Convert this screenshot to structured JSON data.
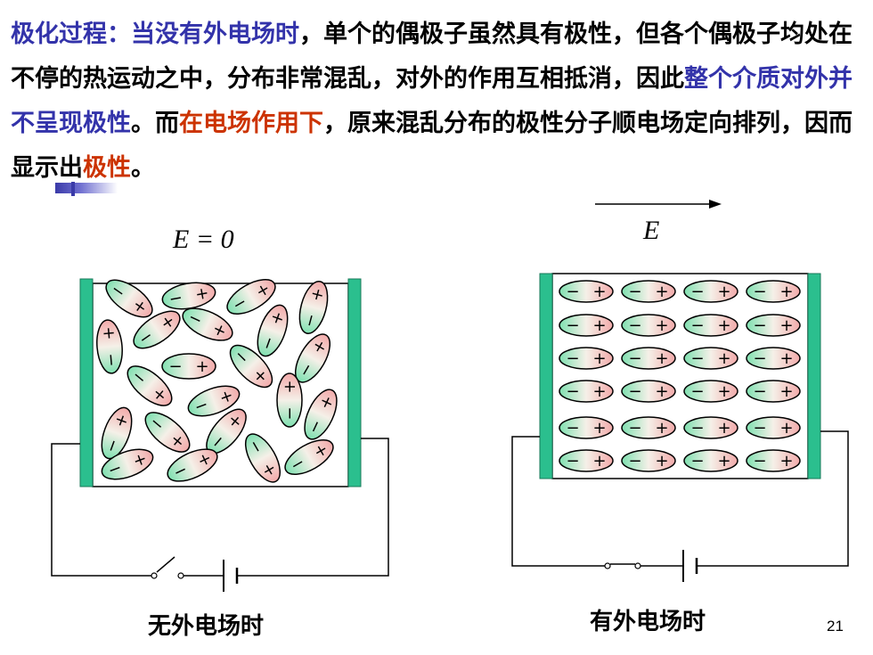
{
  "paragraph": {
    "label": "极化过程：",
    "p1": "当没有外电场时",
    "p2": "，单个的偶极子虽然具有极性，但各个偶极子均处在不停的热运动之中，分布非常混乱，对外的作用互相抵消，因此",
    "p3": "整个介质对外并不呈现极性",
    "p4": "。而",
    "p5": "在电场作用下",
    "p6": "，原来混乱分布的极性分子顺电场定向排列，因而显示出",
    "p7": "极性",
    "p8": "。"
  },
  "left_panel": {
    "field_label": "E = 0",
    "caption": "无外电场时"
  },
  "right_panel": {
    "field_label": "E",
    "caption": "有外电场时"
  },
  "dipole": {
    "plus": "+",
    "minus": "−"
  },
  "colors": {
    "highlight_blue": "#3333aa",
    "highlight_red": "#cc3300",
    "plate": "#2bbf8e",
    "dipole_pink": "#f2aaaa",
    "dipole_green": "#7fe0b0"
  },
  "page_number": "21"
}
